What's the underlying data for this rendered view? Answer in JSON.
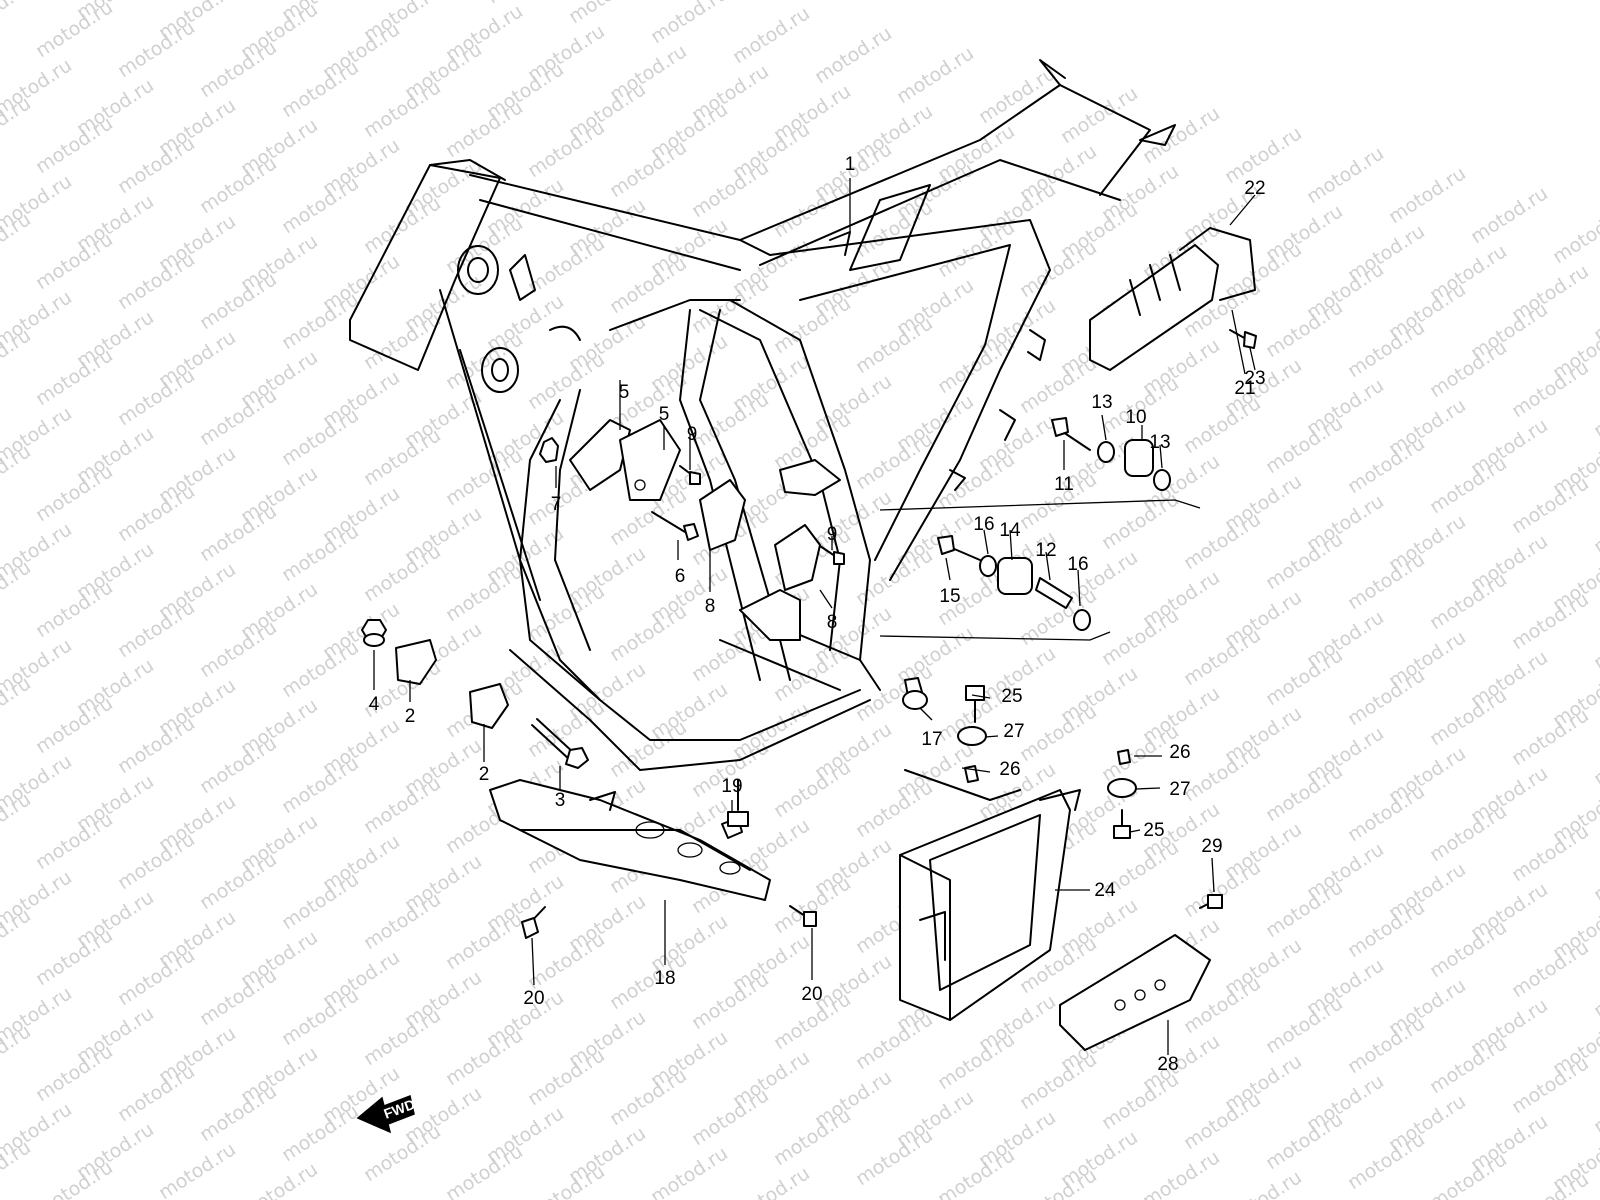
{
  "watermark": {
    "text": "motod.ru",
    "color": "#d0d0d0"
  },
  "fwd_arrow": {
    "label": "FWD"
  },
  "callouts": [
    {
      "id": "c1",
      "label": "1"
    },
    {
      "id": "c2a",
      "label": "2"
    },
    {
      "id": "c2b",
      "label": "2"
    },
    {
      "id": "c3",
      "label": "3"
    },
    {
      "id": "c4",
      "label": "4"
    },
    {
      "id": "c5a",
      "label": "5"
    },
    {
      "id": "c5b",
      "label": "5"
    },
    {
      "id": "c6",
      "label": "6"
    },
    {
      "id": "c7",
      "label": "7"
    },
    {
      "id": "c8a",
      "label": "8"
    },
    {
      "id": "c8b",
      "label": "8"
    },
    {
      "id": "c9a",
      "label": "9"
    },
    {
      "id": "c9b",
      "label": "9"
    },
    {
      "id": "c10",
      "label": "10"
    },
    {
      "id": "c11",
      "label": "11"
    },
    {
      "id": "c12",
      "label": "12"
    },
    {
      "id": "c13a",
      "label": "13"
    },
    {
      "id": "c13b",
      "label": "13"
    },
    {
      "id": "c14",
      "label": "14"
    },
    {
      "id": "c15",
      "label": "15"
    },
    {
      "id": "c16a",
      "label": "16"
    },
    {
      "id": "c16b",
      "label": "16"
    },
    {
      "id": "c17",
      "label": "17"
    },
    {
      "id": "c18",
      "label": "18"
    },
    {
      "id": "c19",
      "label": "19"
    },
    {
      "id": "c20a",
      "label": "20"
    },
    {
      "id": "c20b",
      "label": "20"
    },
    {
      "id": "c21",
      "label": "21"
    },
    {
      "id": "c22",
      "label": "22"
    },
    {
      "id": "c23",
      "label": "23"
    },
    {
      "id": "c24",
      "label": "24"
    },
    {
      "id": "c25a",
      "label": "25"
    },
    {
      "id": "c25b",
      "label": "25"
    },
    {
      "id": "c26a",
      "label": "26"
    },
    {
      "id": "c26b",
      "label": "26"
    },
    {
      "id": "c27a",
      "label": "27"
    },
    {
      "id": "c27b",
      "label": "27"
    },
    {
      "id": "c28",
      "label": "28"
    },
    {
      "id": "c29",
      "label": "29"
    }
  ]
}
